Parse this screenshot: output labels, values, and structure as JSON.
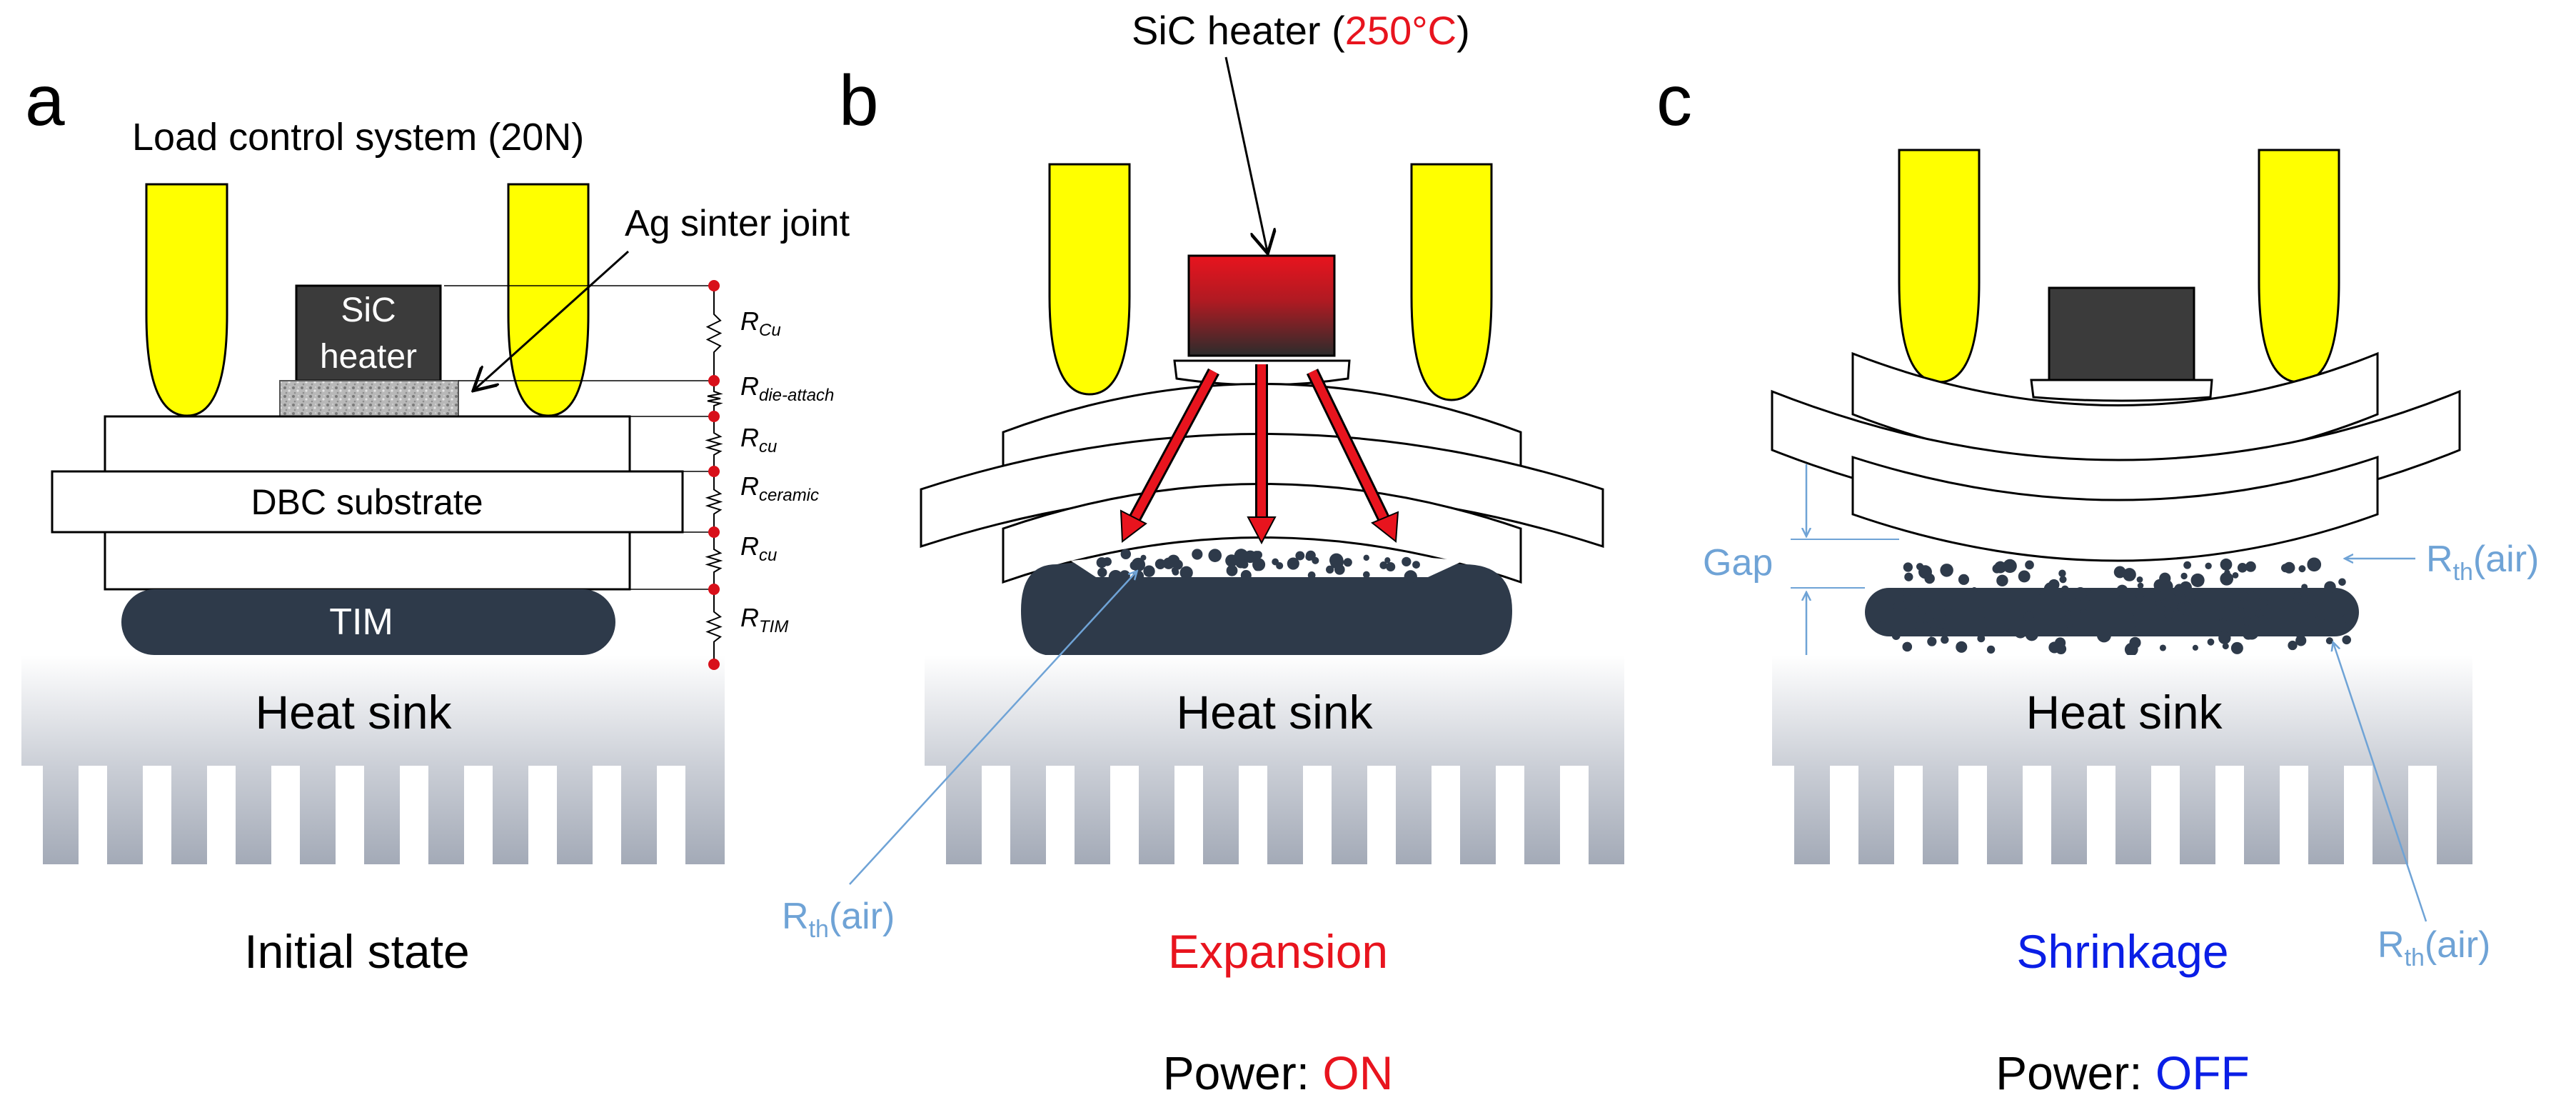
{
  "colors": {
    "clip_yellow": "#FFFF00",
    "tim_dark": "#2E3A4A",
    "heater_dark": "#3B3B3B",
    "heater_red": "#E8141E",
    "arrow_red": "#E8141E",
    "annot_blue": "#6FA3D6",
    "text_red": "#E8141E",
    "text_blue": "#0A1EE6",
    "resistor_red": "#D8101A",
    "sink_top": "#FFFFFF",
    "sink_bottom": "#A7AEBB"
  },
  "panel_a": {
    "letter": "a",
    "load_label": "Load control system (20N)",
    "ag_label": "Ag sinter joint",
    "heater_line1": "SiC",
    "heater_line2": "heater",
    "dbc_label": "DBC substrate",
    "tim_label": "TIM",
    "heatsink_label": "Heat sink",
    "state_label": "Initial state",
    "resistors": [
      {
        "base": "R",
        "sub": "Cu"
      },
      {
        "base": "R",
        "sub": "die-attach"
      },
      {
        "base": "R",
        "sub": "cu"
      },
      {
        "base": "R",
        "sub": "ceramic"
      },
      {
        "base": "R",
        "sub": "cu"
      },
      {
        "base": "R",
        "sub": "TIM"
      }
    ]
  },
  "panel_b": {
    "letter": "b",
    "heater_prefix": "SiC heater (",
    "heater_temp": "250°C",
    "heater_suffix": ")",
    "heatsink_label": "Heat sink",
    "rth_base": "R",
    "rth_sub": "th",
    "rth_tail": "(air)",
    "state_label": "Expansion",
    "power_prefix": "Power: ",
    "power_value": "ON"
  },
  "panel_c": {
    "letter": "c",
    "heatsink_label": "Heat sink",
    "gap_label": "Gap",
    "rth_base": "R",
    "rth_sub": "th",
    "rth_tail": "(air)",
    "state_label": "Shrinkage",
    "power_prefix": "Power: ",
    "power_value": "OFF"
  }
}
